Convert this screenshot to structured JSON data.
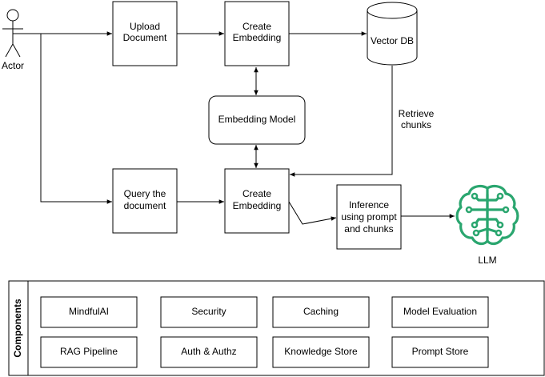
{
  "actor": {
    "label": "Actor"
  },
  "nodes": {
    "upload_document": [
      "Upload",
      "Document"
    ],
    "create_embedding_top": [
      "Create",
      "Embedding"
    ],
    "vector_db": [
      "Vector DB"
    ],
    "embedding_model": [
      "Embedding Model"
    ],
    "query_document": [
      "Query the",
      "document"
    ],
    "create_embedding_bottom": [
      "Create",
      "Embedding"
    ],
    "inference": [
      "Inference",
      "using prompt",
      "and chunks"
    ],
    "llm": [
      "LLM"
    ]
  },
  "edge_labels": {
    "retrieve_chunks": [
      "Retrieve",
      "chunks"
    ]
  },
  "components": {
    "title": "Components",
    "items": [
      "MindfulAI",
      "Security",
      "Caching",
      "Model Evaluation",
      "RAG Pipeline",
      "Auth & Authz",
      "Knowledge Store",
      "Prompt Store"
    ]
  },
  "colors": {
    "stroke": "#000000",
    "background": "#ffffff",
    "llm_icon": "#2aa66f"
  },
  "icons": {
    "actor": "stick-figure-icon",
    "vector_db": "database-cylinder-icon",
    "llm": "brain-circuit-icon"
  }
}
